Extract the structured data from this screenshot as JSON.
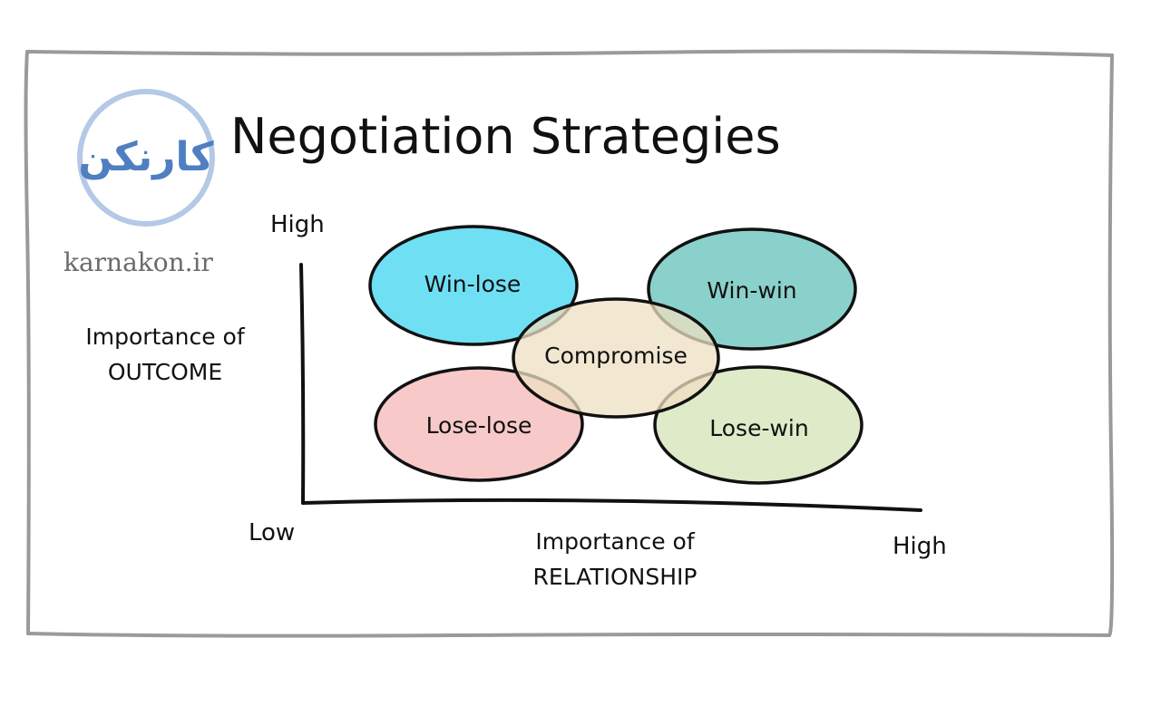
{
  "title": "Negotiation Strategies",
  "logo": {
    "text": "کارنکن",
    "site": "karnakon.ir",
    "ring_color": "#b4c9e6",
    "text_color": "#4f7fc0"
  },
  "axes": {
    "y_high": "High",
    "y_label_line1": "Importance of",
    "y_label_line2": "OUTCOME",
    "origin_low": "Low",
    "x_label_line1": "Importance of",
    "x_label_line2": "RELATIONSHIP",
    "x_high": "High"
  },
  "strategies": [
    {
      "label": "Win-lose",
      "color": "#67ddf3"
    },
    {
      "label": "Win-win",
      "color": "#85cfc8"
    },
    {
      "label": "Compromise",
      "color": "#eedfc1"
    },
    {
      "label": "Lose-lose",
      "color": "#f8c6c6"
    },
    {
      "label": "Lose-win",
      "color": "#dde9c5"
    }
  ]
}
